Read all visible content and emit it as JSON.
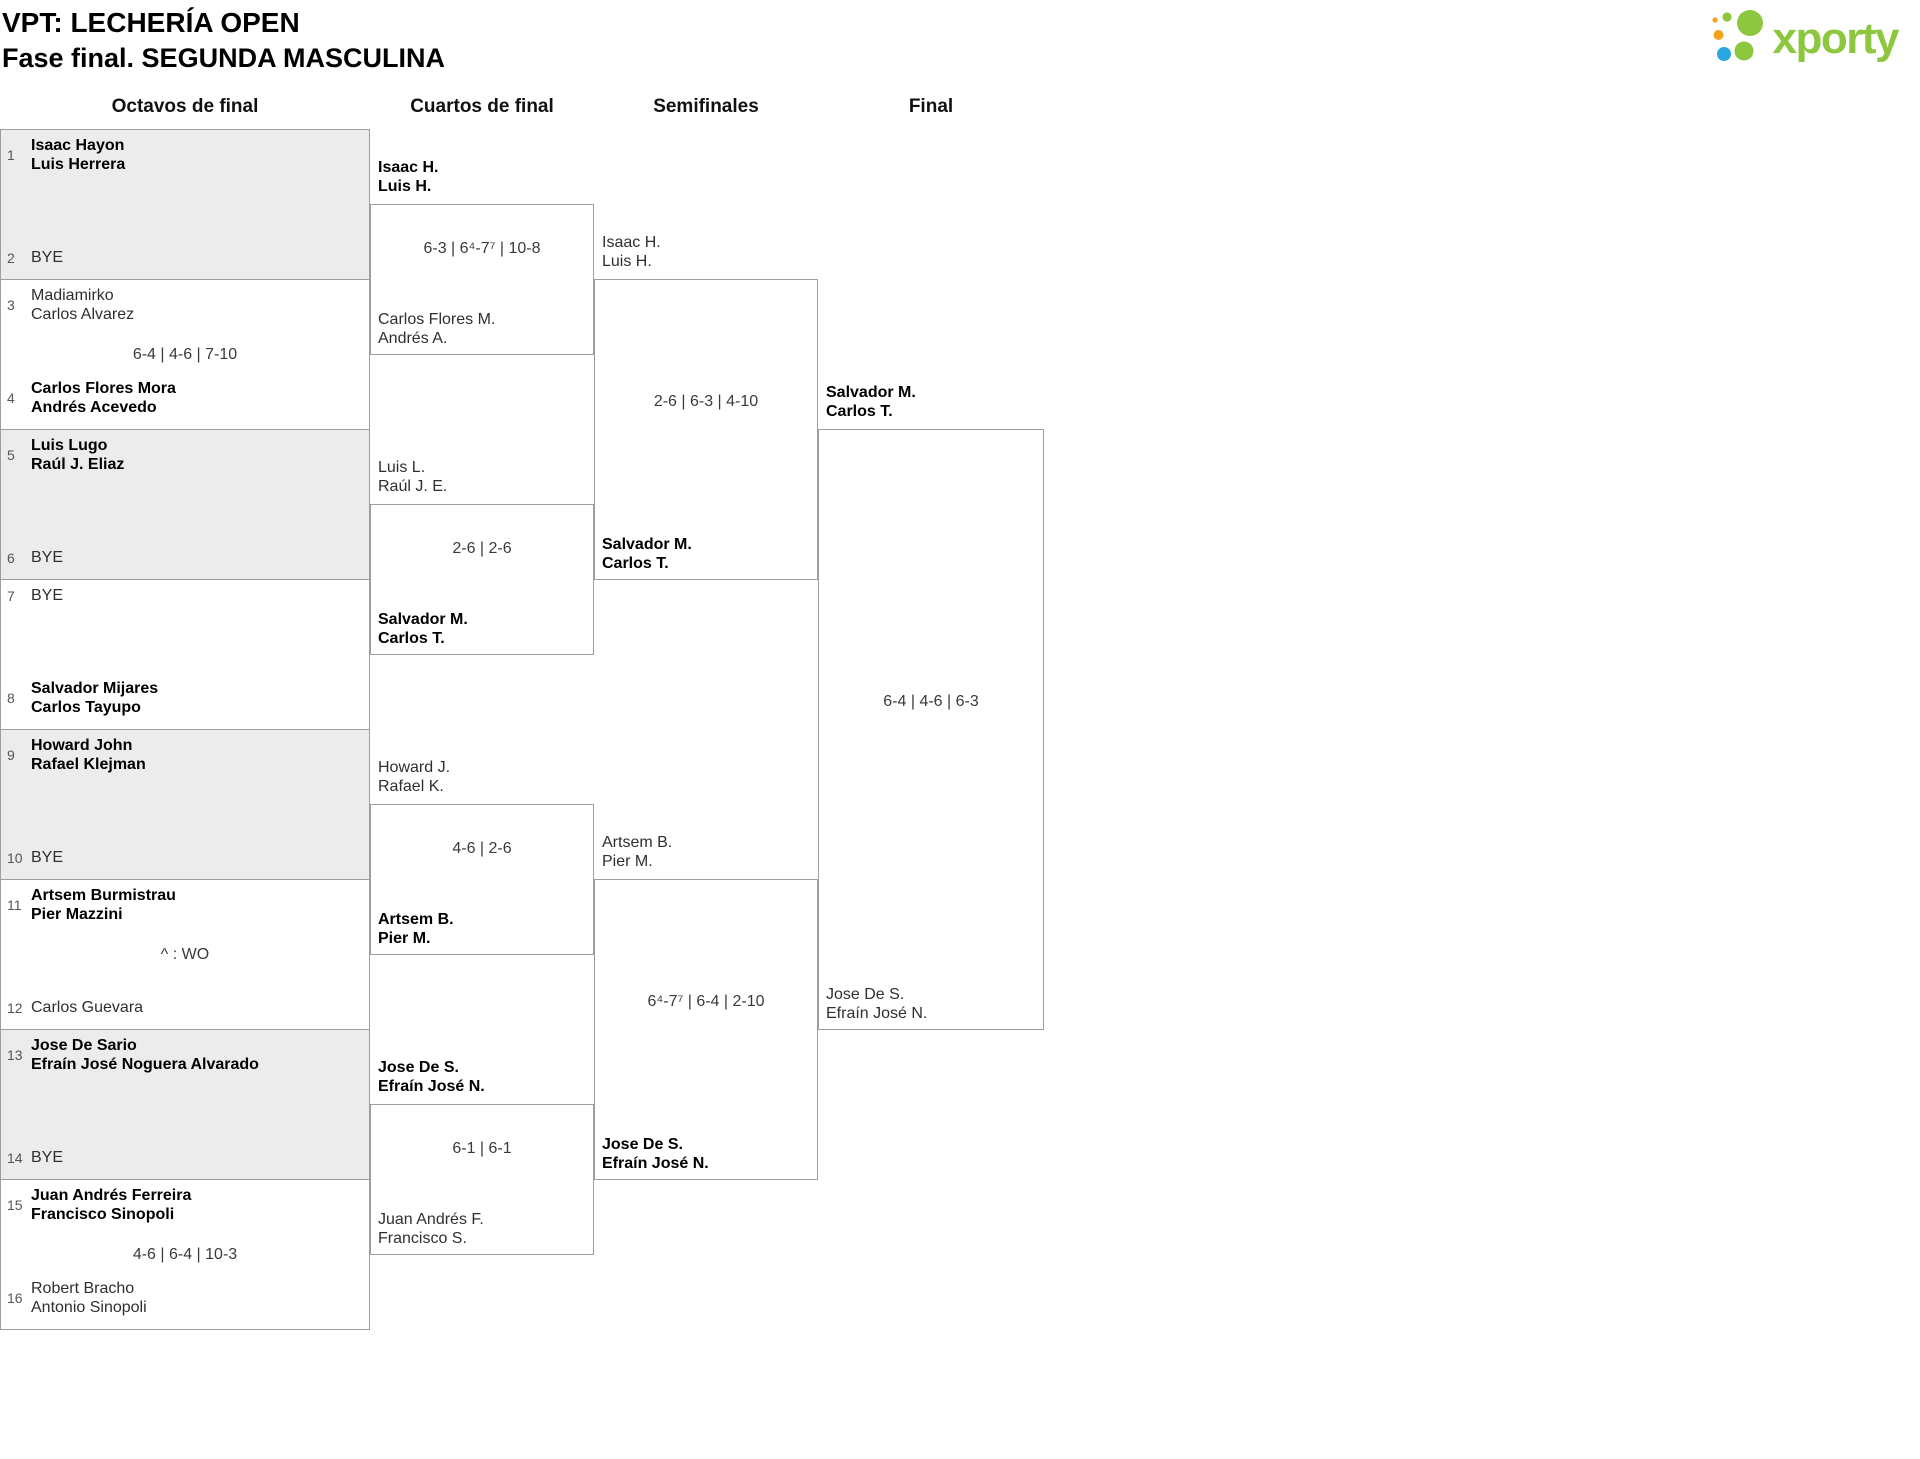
{
  "header": {
    "title": "VPT: LECHERÍA OPEN",
    "subtitle": "Fase final. SEGUNDA MASCULINA"
  },
  "logo": {
    "text": "xporty"
  },
  "rounds": {
    "r16": "Octavos de final",
    "qf": "Cuartos de final",
    "sf": "Semifinales",
    "f": "Final"
  },
  "colors": {
    "brand_green": "#8dc63f",
    "brand_orange": "#f5a11c",
    "brand_blue": "#29a8df",
    "shaded_match": "#ececec",
    "border": "#9e9e9e"
  },
  "octavos": [
    {
      "seed_top": "1",
      "top1": "Isaac Hayon",
      "top2": "Luis Herrera",
      "top_winner": true,
      "score": "",
      "seed_bottom": "2",
      "bot1": "BYE",
      "bot2": "",
      "bottom_winner": false
    },
    {
      "seed_top": "3",
      "top1": "Madiamirko",
      "top2": "Carlos Alvarez",
      "top_winner": false,
      "score": "6-4 | 4-6 | 7-10",
      "seed_bottom": "4",
      "bot1": "Carlos Flores Mora",
      "bot2": "Andrés Acevedo",
      "bottom_winner": true
    },
    {
      "seed_top": "5",
      "top1": "Luis Lugo",
      "top2": "Raúl J. Eliaz",
      "top_winner": true,
      "score": "",
      "seed_bottom": "6",
      "bot1": "BYE",
      "bot2": "",
      "bottom_winner": false
    },
    {
      "seed_top": "7",
      "top1": "BYE",
      "top2": "",
      "top_winner": false,
      "score": "",
      "seed_bottom": "8",
      "bot1": "Salvador Mijares",
      "bot2": "Carlos Tayupo",
      "bottom_winner": true
    },
    {
      "seed_top": "9",
      "top1": "Howard John",
      "top2": "Rafael Klejman",
      "top_winner": true,
      "score": "",
      "seed_bottom": "10",
      "bot1": "BYE",
      "bot2": "",
      "bottom_winner": false
    },
    {
      "seed_top": "11",
      "top1": "Artsem Burmistrau",
      "top2": "Pier Mazzini",
      "top_winner": true,
      "score": "^ : WO",
      "seed_bottom": "12",
      "bot1": "Carlos Guevara",
      "bot2": "",
      "bottom_winner": false
    },
    {
      "seed_top": "13",
      "top1": "Jose De Sario",
      "top2": "Efraín José Noguera Alvarado",
      "top_winner": true,
      "score": "",
      "seed_bottom": "14",
      "bot1": "BYE",
      "bot2": "",
      "bottom_winner": false
    },
    {
      "seed_top": "15",
      "top1": "Juan Andrés Ferreira",
      "top2": "Francisco Sinopoli",
      "top_winner": true,
      "score": "4-6 | 6-4 | 10-3",
      "seed_bottom": "16",
      "bot1": "Robert Bracho",
      "bot2": "Antonio Sinopoli",
      "bottom_winner": false
    }
  ],
  "cuartos": [
    {
      "top1": "Isaac H.",
      "top2": "Luis H.",
      "top_winner": true,
      "score": "6-3 | 6⁴-7⁷ | 10-8",
      "bot1": "Carlos Flores M.",
      "bot2": "Andrés A.",
      "bottom_winner": false
    },
    {
      "top1": "Luis L.",
      "top2": "Raúl J. E.",
      "top_winner": false,
      "score": "2-6 | 2-6",
      "bot1": "Salvador M.",
      "bot2": "Carlos T.",
      "bottom_winner": true
    },
    {
      "top1": "Howard J.",
      "top2": "Rafael K.",
      "top_winner": false,
      "score": "4-6 | 2-6",
      "bot1": "Artsem B.",
      "bot2": "Pier M.",
      "bottom_winner": true
    },
    {
      "top1": "Jose De S.",
      "top2": "Efraín José N.",
      "top_winner": true,
      "score": "6-1 | 6-1",
      "bot1": "Juan Andrés F.",
      "bot2": "Francisco S.",
      "bottom_winner": false
    }
  ],
  "semifinales": [
    {
      "top1": "Isaac H.",
      "top2": "Luis H.",
      "top_winner": false,
      "score": "2-6 | 6-3 | 4-10",
      "bot1": "Salvador M.",
      "bot2": "Carlos T.",
      "bottom_winner": true
    },
    {
      "top1": "Artsem B.",
      "top2": "Pier M.",
      "top_winner": false,
      "score": "6⁴-7⁷ | 6-4 | 2-10",
      "bot1": "Jose De S.",
      "bot2": "Efraín José N.",
      "bottom_winner": true
    }
  ],
  "final": {
    "top1": "Salvador M.",
    "top2": "Carlos T.",
    "top_winner": true,
    "score": "6-4 | 4-6 | 6-3",
    "bot1": "Jose De S.",
    "bot2": "Efraín José N.",
    "bottom_winner": false
  }
}
